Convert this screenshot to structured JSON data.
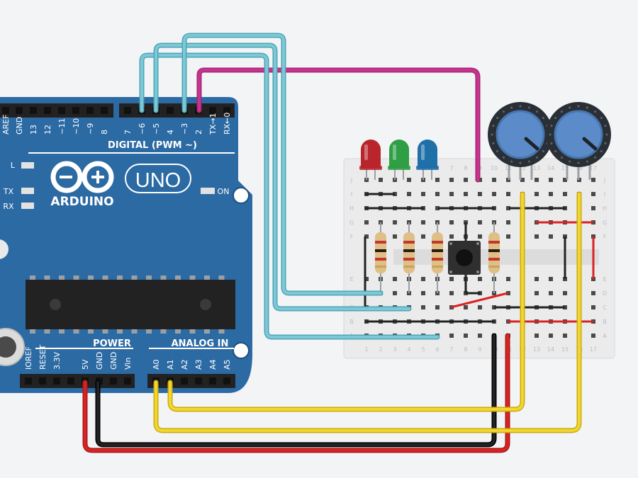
{
  "board": {
    "brand": "ARDUINO",
    "model": "UNO",
    "digital_header": "DIGITAL (PWM ~)",
    "power_header": "POWER",
    "analog_header": "ANALOG IN",
    "on_label": "ON",
    "led_l": "L",
    "led_tx": "TX",
    "led_rx": "RX",
    "digital_pins": [
      "AREF",
      "GND",
      "13",
      "12",
      "~11",
      "~10",
      "~9",
      "8",
      "7",
      "~6",
      "~5",
      "4",
      "~3",
      "2",
      "TX→1",
      "RX←0"
    ],
    "power_pins": [
      "IOREF",
      "RESET",
      "3.3V",
      "5V",
      "GND",
      "GND",
      "Vin"
    ],
    "analog_pins": [
      "A0",
      "A1",
      "A2",
      "A3",
      "A4",
      "A5"
    ]
  },
  "breadboard": {
    "row_letters": [
      "J",
      "I",
      "H",
      "G",
      "F",
      "E",
      "D",
      "C",
      "B",
      "A"
    ],
    "columns": [
      "1",
      "2",
      "3",
      "4",
      "5",
      "6",
      "7",
      "8",
      "9",
      "10",
      "11",
      "12",
      "13",
      "14",
      "15",
      "16",
      "17"
    ]
  },
  "components": {
    "leds": [
      "#b8262b",
      "#2f9e44",
      "#1f6fa8"
    ],
    "potentiometer_count": 2
  },
  "colors": {
    "board": "#2c6aa3",
    "wire_cyan": "#7cc8d6",
    "wire_magenta": "#c8338f",
    "wire_yellow": "#f3d52b",
    "wire_red": "#d92323",
    "wire_black": "#222222"
  }
}
